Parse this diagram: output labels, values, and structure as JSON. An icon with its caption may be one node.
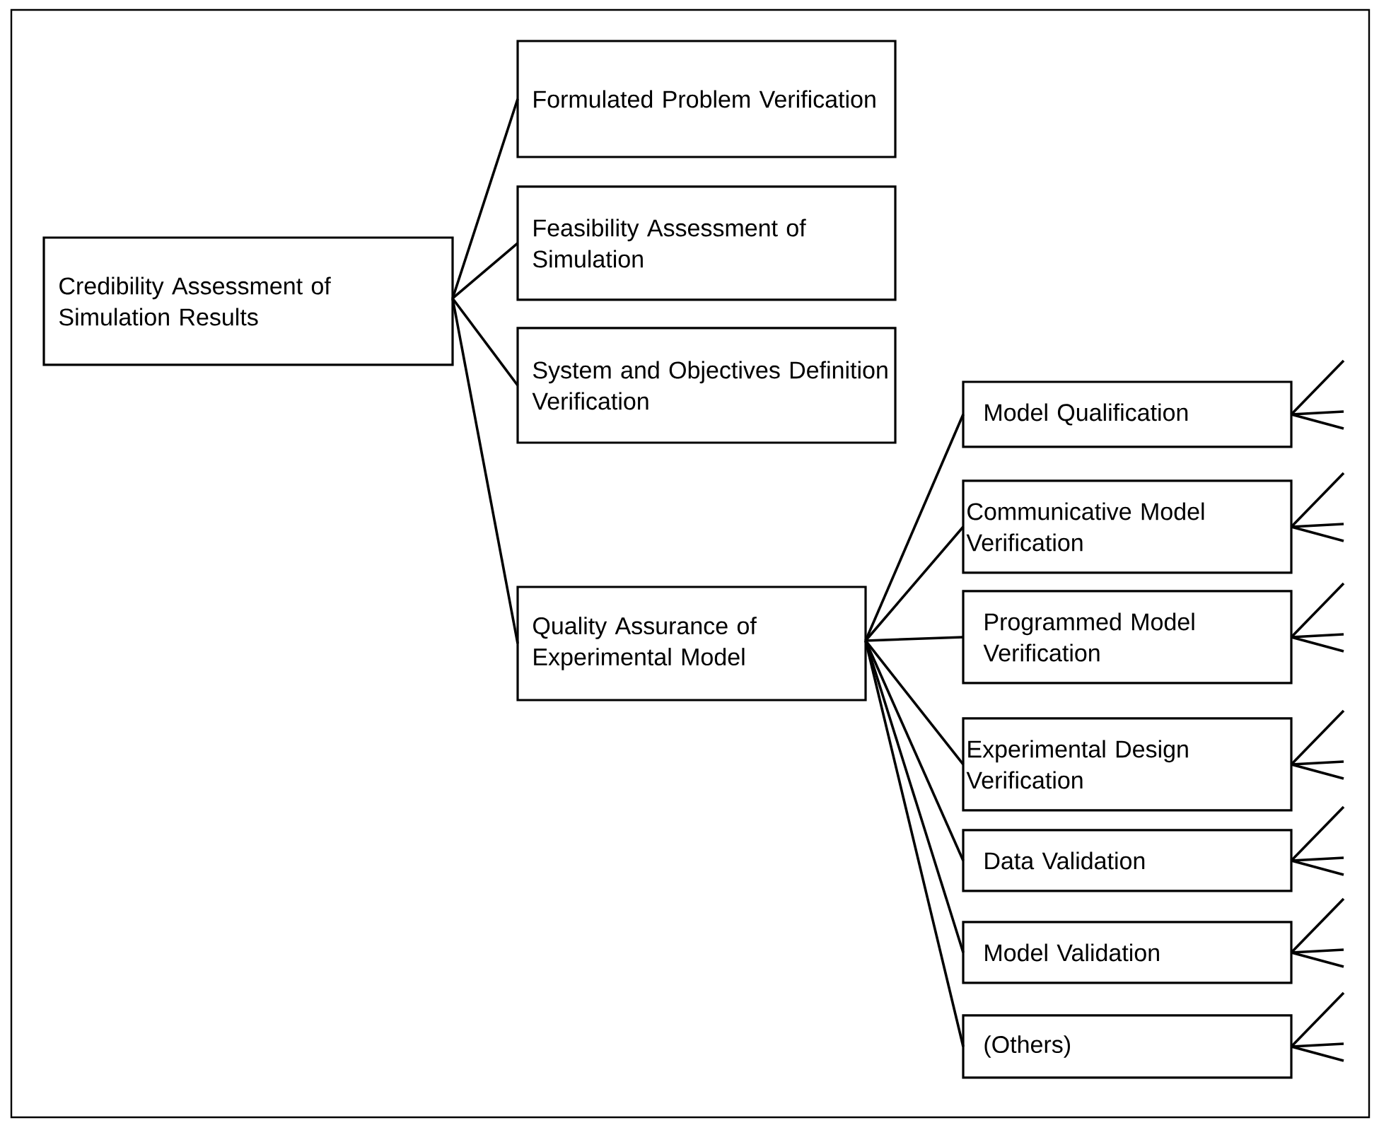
{
  "diagram": {
    "nodes": [
      {
        "text": [
          "Credibility Assessment of Simulation Results"
        ]
      },
      {
        "text": [
          "Formulated Problem Verification"
        ]
      },
      {
        "text": [
          "Feasibility Assessment of Simulation"
        ]
      },
      {
        "text": [
          "System and Objectives Definition Verification"
        ]
      },
      {
        "text": [
          "Quality Assurance of Experimental Model"
        ]
      },
      {
        "text": [
          "Model Qualification"
        ]
      },
      {
        "text": [
          "Communicative Model Verification"
        ]
      },
      {
        "text": [
          "Programmed Model Verification"
        ]
      },
      {
        "text": [
          "Experimental Design Verification"
        ]
      },
      {
        "text": [
          "Data Validation"
        ]
      },
      {
        "text": [
          "Model Validation"
        ]
      },
      {
        "text": [
          "(Others)"
        ]
      }
    ],
    "edges": [
      {
        "from": 0,
        "to": 1,
        "arrow": "none"
      },
      {
        "from": 0,
        "to": 2,
        "arrow": "none"
      },
      {
        "from": 0,
        "to": 3,
        "arrow": "none"
      },
      {
        "from": 0,
        "to": 4,
        "arrow": "none"
      },
      {
        "from": 4,
        "to": 5,
        "arrow": "none"
      },
      {
        "from": 4,
        "to": 6,
        "arrow": "none"
      },
      {
        "from": 4,
        "to": 7,
        "arrow": "none"
      },
      {
        "from": 4,
        "to": 8,
        "arrow": "none"
      },
      {
        "from": 4,
        "to": 9,
        "arrow": "none"
      },
      {
        "from": 4,
        "to": 10,
        "arrow": "none"
      },
      {
        "from": 4,
        "to": 11,
        "arrow": "none"
      },
      {
        "from": null,
        "to": 5,
        "arrow": "none"
      },
      {
        "from": null,
        "to": 5,
        "arrow": "none"
      },
      {
        "from": null,
        "to": 5,
        "arrow": "none"
      },
      {
        "from": null,
        "to": 6,
        "arrow": "none"
      },
      {
        "from": null,
        "to": 6,
        "arrow": "none"
      },
      {
        "from": null,
        "to": 6,
        "arrow": "none"
      },
      {
        "from": null,
        "to": 7,
        "arrow": "none"
      },
      {
        "from": null,
        "to": 7,
        "arrow": "none"
      },
      {
        "from": null,
        "to": 7,
        "arrow": "none"
      },
      {
        "from": null,
        "to": 8,
        "arrow": "none"
      },
      {
        "from": null,
        "to": 8,
        "arrow": "none"
      },
      {
        "from": null,
        "to": 8,
        "arrow": "none"
      },
      {
        "from": null,
        "to": 9,
        "arrow": "none"
      },
      {
        "from": null,
        "to": 9,
        "arrow": "none"
      },
      {
        "from": null,
        "to": 9,
        "arrow": "none"
      },
      {
        "from": null,
        "to": 10,
        "arrow": "none"
      },
      {
        "from": null,
        "to": 10,
        "arrow": "none"
      },
      {
        "from": null,
        "to": 10,
        "arrow": "none"
      },
      {
        "from": null,
        "to": 11,
        "arrow": "none"
      },
      {
        "from": null,
        "to": 11,
        "arrow": "none"
      },
      {
        "from": null,
        "to": 11,
        "arrow": "none"
      }
    ]
  }
}
